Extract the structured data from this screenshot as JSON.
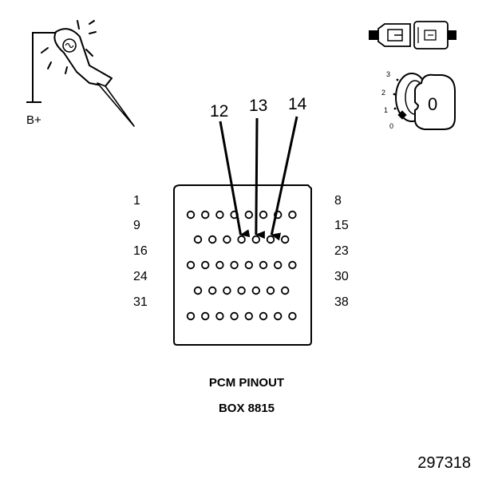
{
  "test_light": {
    "supply_label": "B+"
  },
  "ignition": {
    "positions": [
      "3",
      "2",
      "1",
      "0"
    ],
    "key_label": "0"
  },
  "connector": {
    "row_start_labels": [
      "1",
      "9",
      "16",
      "24",
      "31"
    ],
    "row_end_labels": [
      "8",
      "15",
      "23",
      "30",
      "38"
    ],
    "pins_per_row": [
      8,
      7,
      8,
      7,
      8
    ]
  },
  "callouts": [
    {
      "label": "12",
      "pin": 12
    },
    {
      "label": "13",
      "pin": 13
    },
    {
      "label": "14",
      "pin": 14
    }
  ],
  "caption": {
    "title": "PCM PINOUT",
    "subtitle": "BOX 8815"
  },
  "figure_number": "297318"
}
